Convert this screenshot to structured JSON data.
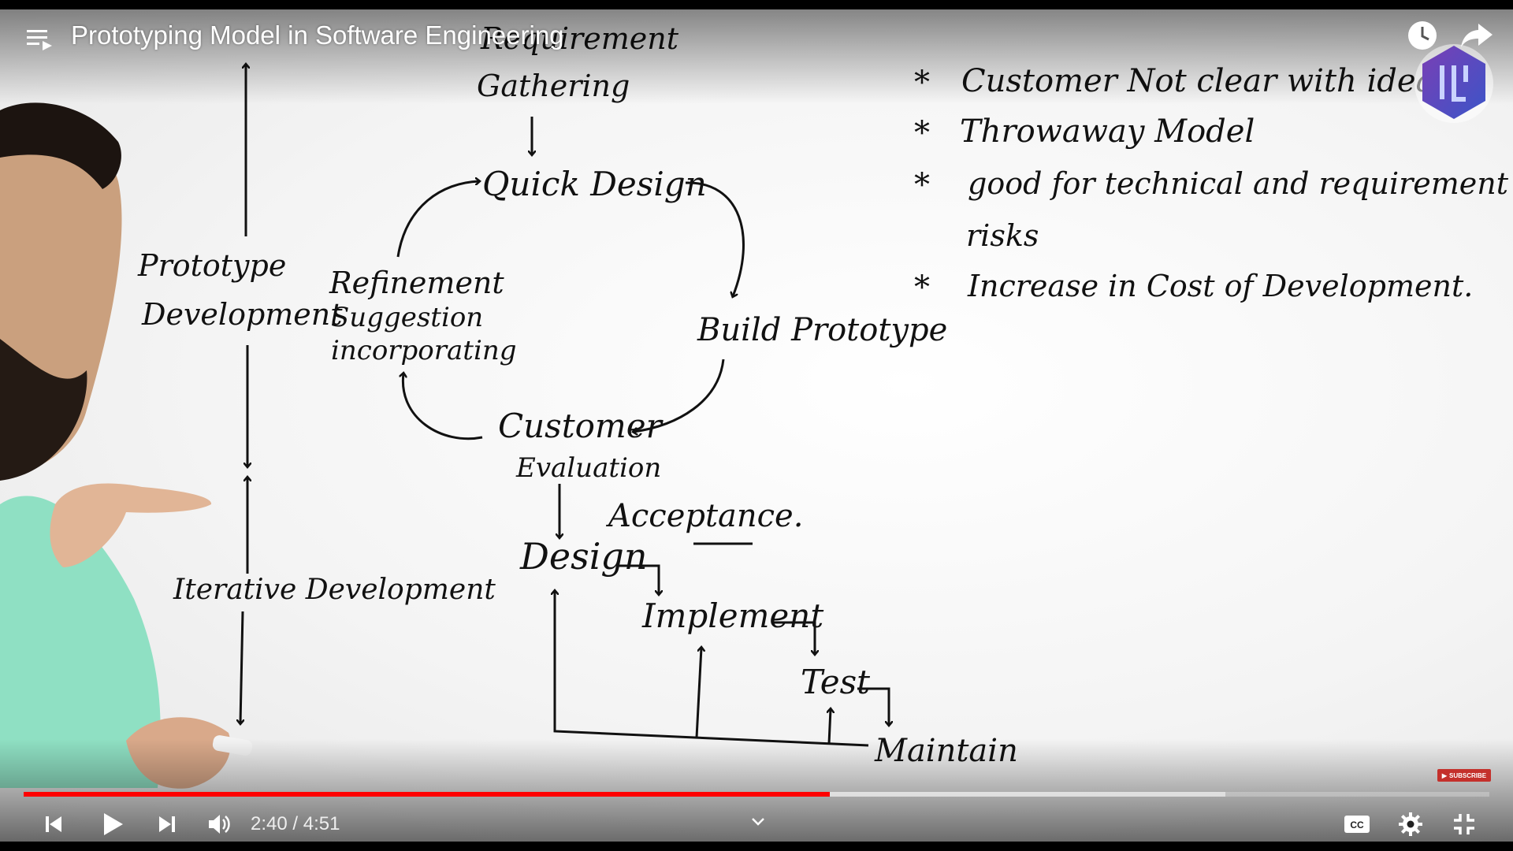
{
  "player": {
    "title": "Prototyping Model in Software Engineering",
    "current_time": "2:40",
    "separator": " / ",
    "duration": "4:51",
    "progress_fraction": 0.55,
    "buffer_fraction": 0.82,
    "accent_color": "#ff0000",
    "subscribe_label": "SUBSCRIBE",
    "icons": [
      "playlist-icon",
      "watch-later-icon",
      "share-icon",
      "previous-icon",
      "play-icon",
      "next-icon",
      "volume-icon",
      "chevron-down-icon",
      "captions-icon",
      "settings-icon",
      "exit-fullscreen-icon"
    ]
  },
  "whiteboard": {
    "left_column": {
      "prototype_label_1": "Prototype",
      "prototype_label_2": "Development",
      "iterative_label": "Iterative Development"
    },
    "cycle": {
      "requirement_1": "Requirement",
      "requirement_2": "Gathering",
      "quick_design": "Quick Design",
      "build_prototype": "Build Prototype",
      "customer_1": "Customer",
      "customer_2": "Evaluation",
      "refine_1": "Refinement",
      "refine_2": "Suggestion",
      "refine_3": "incorporating"
    },
    "waterfall": {
      "acceptance": "Acceptance.",
      "design": "Design",
      "implement": "Implement",
      "test": "Test",
      "maintain": "Maintain"
    },
    "notes": {
      "bullet": "*",
      "note_1": "Customer Not clear with idea",
      "note_2": "Throwaway Model",
      "note_3a": "good for technical and requirement",
      "note_3b": "risks",
      "note_4": "Increase in Cost of Development."
    }
  }
}
